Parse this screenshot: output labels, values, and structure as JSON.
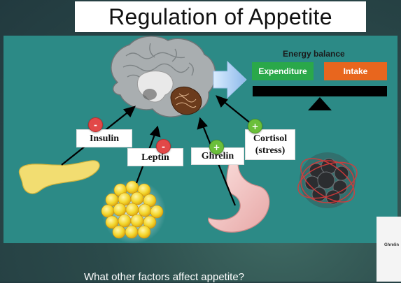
{
  "slide": {
    "title": "Regulation of Appetite",
    "bottom_question": "What other factors affect appetite?",
    "side_thumbnail_label": "Ghrelin"
  },
  "energy_balance": {
    "title": "Energy balance",
    "expenditure_label": "Expenditure",
    "intake_label": "Intake",
    "expenditure_color": "#2aa84a",
    "intake_color": "#e8661e"
  },
  "hormones": [
    {
      "name": "Insulin",
      "effect": "-",
      "color": "#e24848"
    },
    {
      "name": "Leptin",
      "effect": "-",
      "color": "#e24848"
    },
    {
      "name": "Ghrelin",
      "effect": "+",
      "color": "#6bbf3a"
    },
    {
      "name": "Cortisol\n(stress)",
      "effect": "+",
      "color": "#6bbf3a"
    }
  ],
  "colors": {
    "panel_bg": "#2c8a86",
    "slide_bg": "#2b4a4a"
  },
  "icons": [
    "brain-icon",
    "pancreas-icon",
    "fat-cells-icon",
    "stomach-icon",
    "stress-cell-icon",
    "right-arrow-icon",
    "balance-fulcrum-icon"
  ]
}
